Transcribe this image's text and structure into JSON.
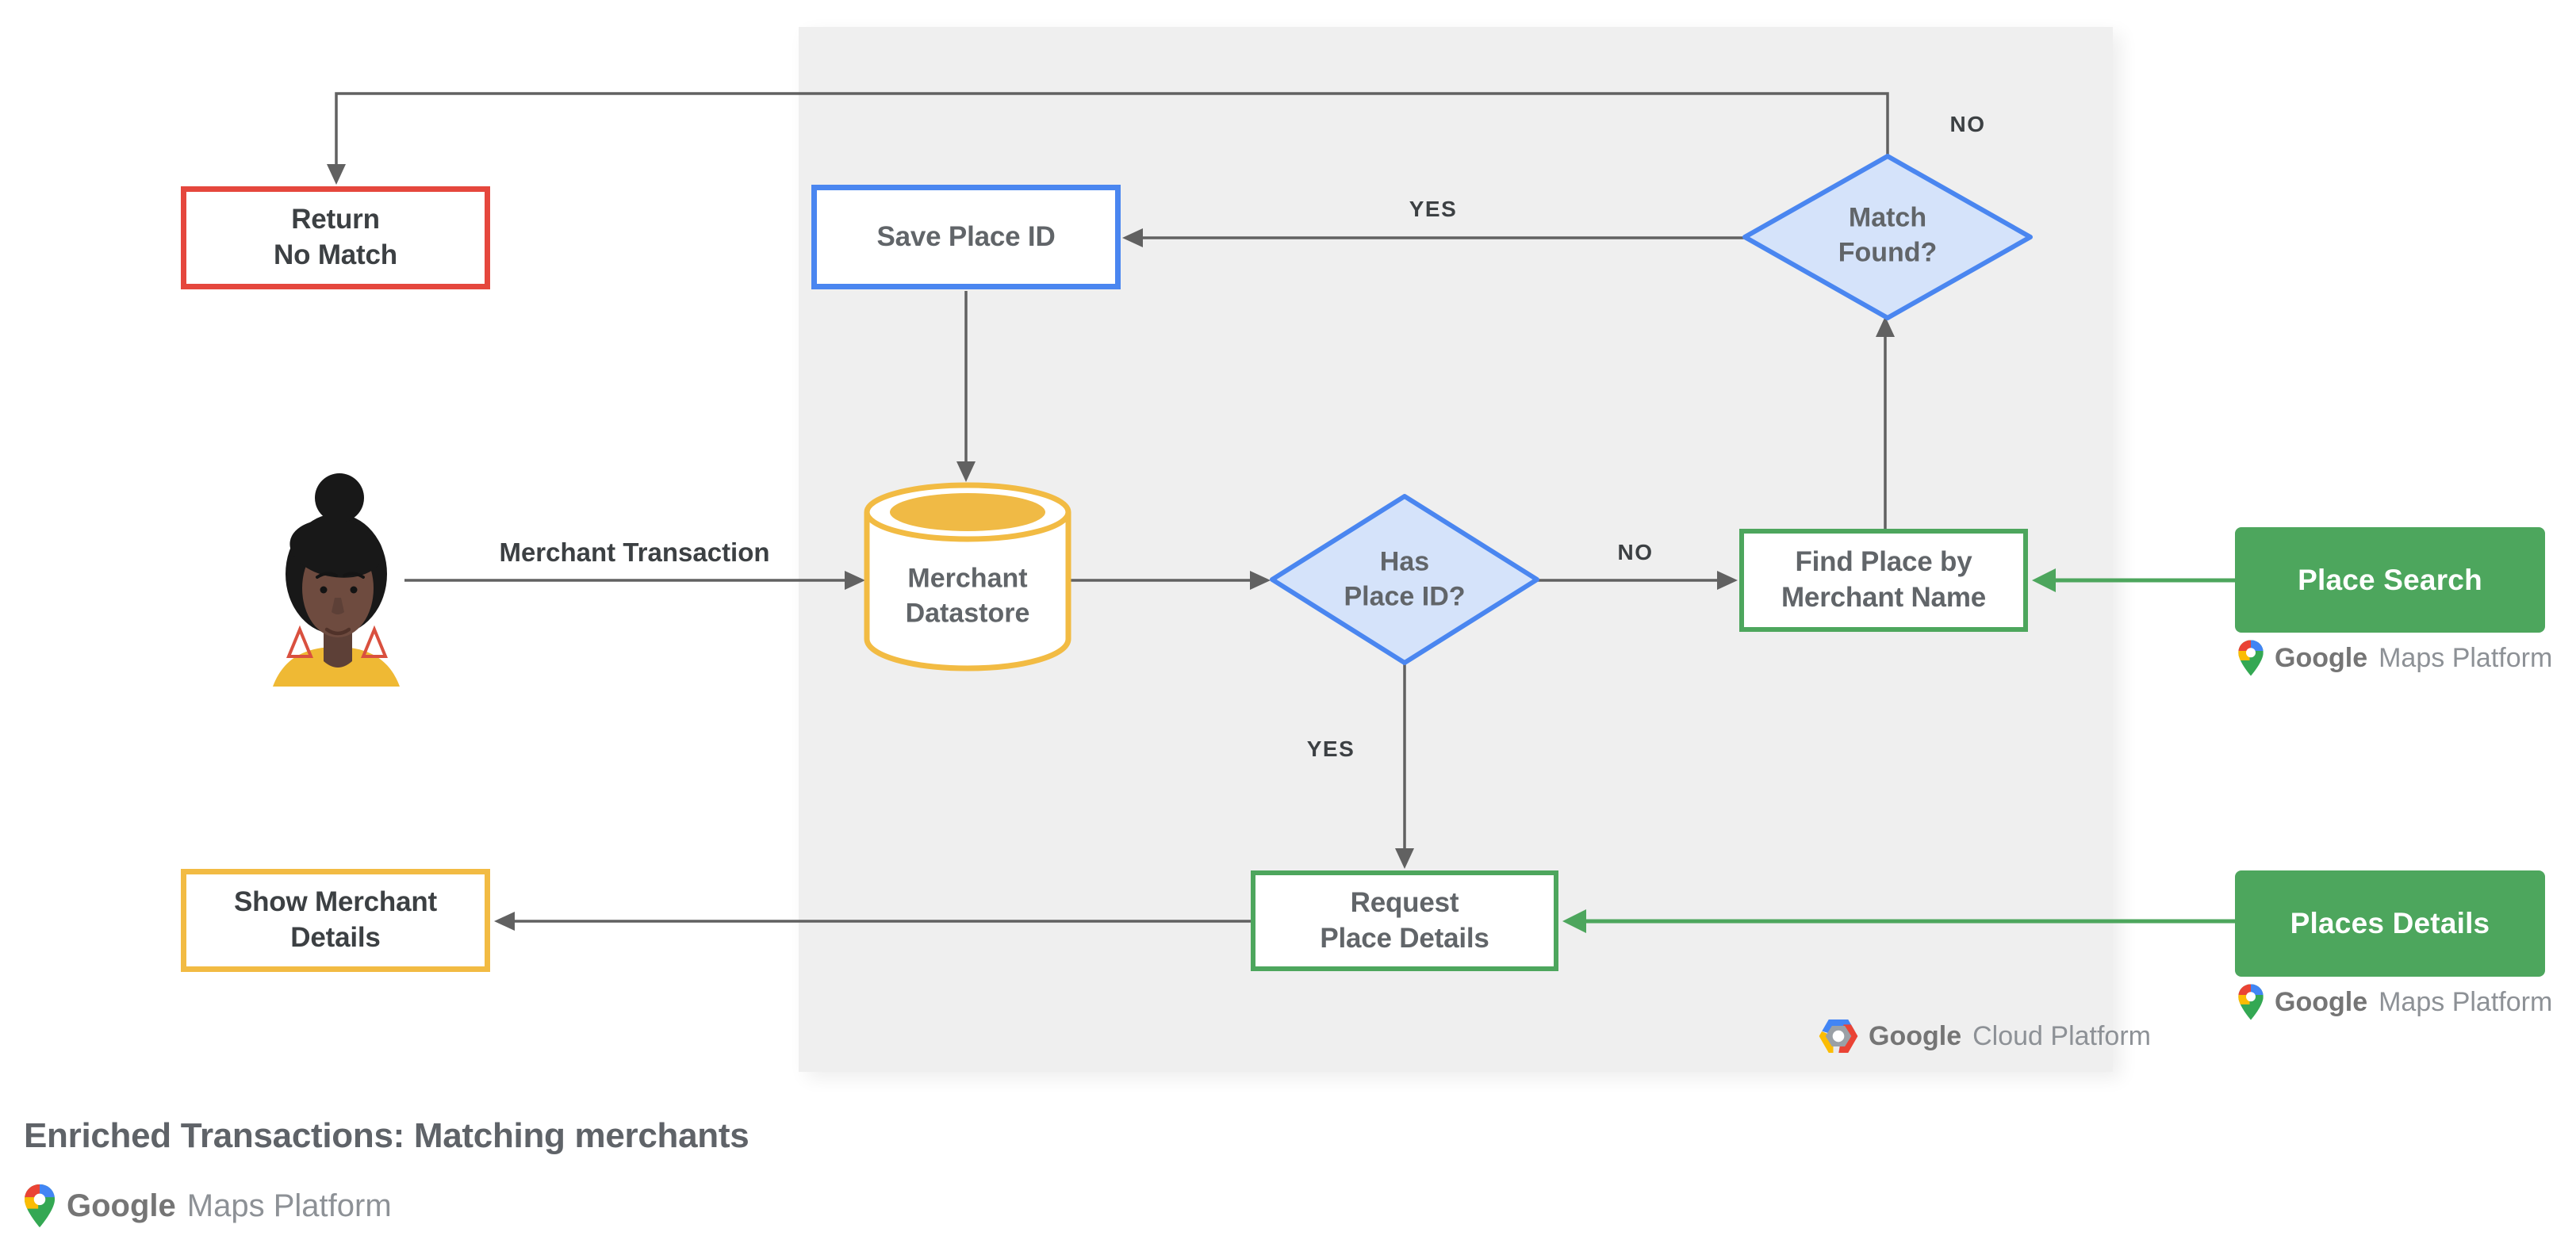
{
  "diagram": {
    "title": "Enriched Transactions: Matching merchants",
    "nodes": {
      "return_no_match": {
        "label": "Return\nNo Match",
        "shape": "rect",
        "border_color": "#e5473d"
      },
      "save_place_id": {
        "label": "Save Place ID",
        "shape": "rect",
        "border_color": "#4a86f0"
      },
      "match_found": {
        "label": "Match\nFound?",
        "shape": "diamond",
        "fill": "#d5e3fa",
        "border_color": "#4a86f0"
      },
      "merchant_datastore": {
        "label": "Merchant\nDatastore",
        "shape": "cylinder",
        "border_color": "#f2bb43"
      },
      "has_place_id": {
        "label": "Has\nPlace ID?",
        "shape": "diamond",
        "fill": "#d5e3fa",
        "border_color": "#4a86f0"
      },
      "find_place": {
        "label": "Find Place by\nMerchant Name",
        "shape": "rect",
        "border_color": "#4da65d"
      },
      "request_place_details": {
        "label": "Request\nPlace Details",
        "shape": "rect",
        "border_color": "#4da65d"
      },
      "show_merchant_details": {
        "label": "Show Merchant\nDetails",
        "shape": "rect",
        "border_color": "#f2bb43"
      },
      "place_search": {
        "label": "Place Search",
        "shape": "filled",
        "fill": "#4da65d"
      },
      "places_details": {
        "label": "Places Details",
        "shape": "filled",
        "fill": "#4da65d"
      }
    },
    "edge_labels": {
      "no_top": "NO",
      "yes_top": "YES",
      "no_mid": "NO",
      "yes_mid": "YES",
      "merchant_transaction": "Merchant Transaction"
    },
    "actor": {
      "description": "merchant customer avatar"
    },
    "logos": {
      "gmp_place_search": {
        "brand": "Google",
        "product": "Maps Platform"
      },
      "gmp_places_details": {
        "brand": "Google",
        "product": "Maps Platform"
      },
      "gcp": {
        "brand": "Google",
        "product": "Cloud Platform"
      },
      "gmp_footer": {
        "brand": "Google",
        "product": "Maps Platform"
      }
    },
    "colors": {
      "panel_bg": "#efefef",
      "line_gray": "#616161",
      "red": "#e5473d",
      "blue": "#4a86f0",
      "blue_fill": "#d5e3fa",
      "yellow": "#f2bb43",
      "green": "#4da65d",
      "text_dark": "#3c4043",
      "text_gray": "#616569",
      "logo_gray": "#757575"
    }
  }
}
